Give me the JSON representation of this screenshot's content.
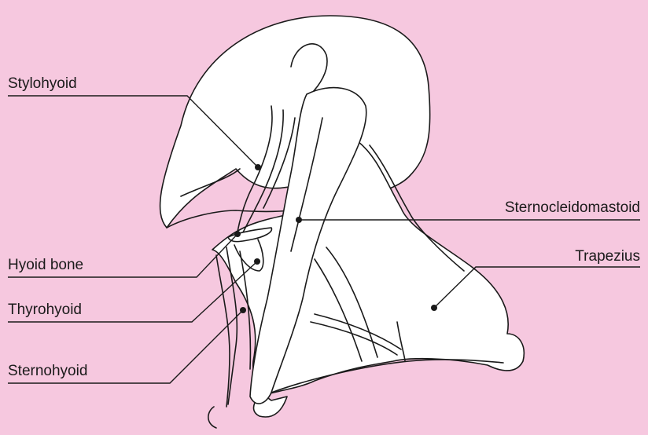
{
  "colors": {
    "background": "#f6c8df",
    "ink": "#1a1a1a",
    "fill": "#ffffff"
  },
  "labels": {
    "stylohyoid": "Stylohyoid",
    "hyoid_bone": "Hyoid bone",
    "thyrohyoid": "Thyrohyoid",
    "sternohyoid": "Sternohyoid",
    "sternocleidomastoid": "Sternocleidomastoid",
    "trapezius": "Trapezius"
  }
}
